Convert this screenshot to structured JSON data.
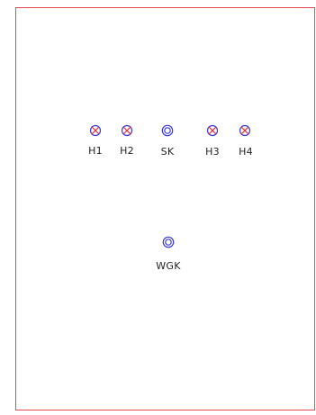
{
  "drawing": {
    "frame_color": "#e8474b",
    "lamp_circle_color": "#3a3ad6",
    "lamp_cross_color": "#e0303a",
    "socket_color": "#3a3ad6",
    "symbols": [
      {
        "id": "H1",
        "icon": "lamp-cross-icon",
        "label": "H1"
      },
      {
        "id": "H2",
        "icon": "lamp-cross-icon",
        "label": "H2"
      },
      {
        "id": "SK",
        "icon": "socket-double-circle-icon",
        "label": "SK"
      },
      {
        "id": "H3",
        "icon": "lamp-cross-icon",
        "label": "H3"
      },
      {
        "id": "H4",
        "icon": "lamp-cross-icon",
        "label": "H4"
      },
      {
        "id": "WGK",
        "icon": "socket-double-circle-icon",
        "label": "WGK"
      }
    ]
  }
}
